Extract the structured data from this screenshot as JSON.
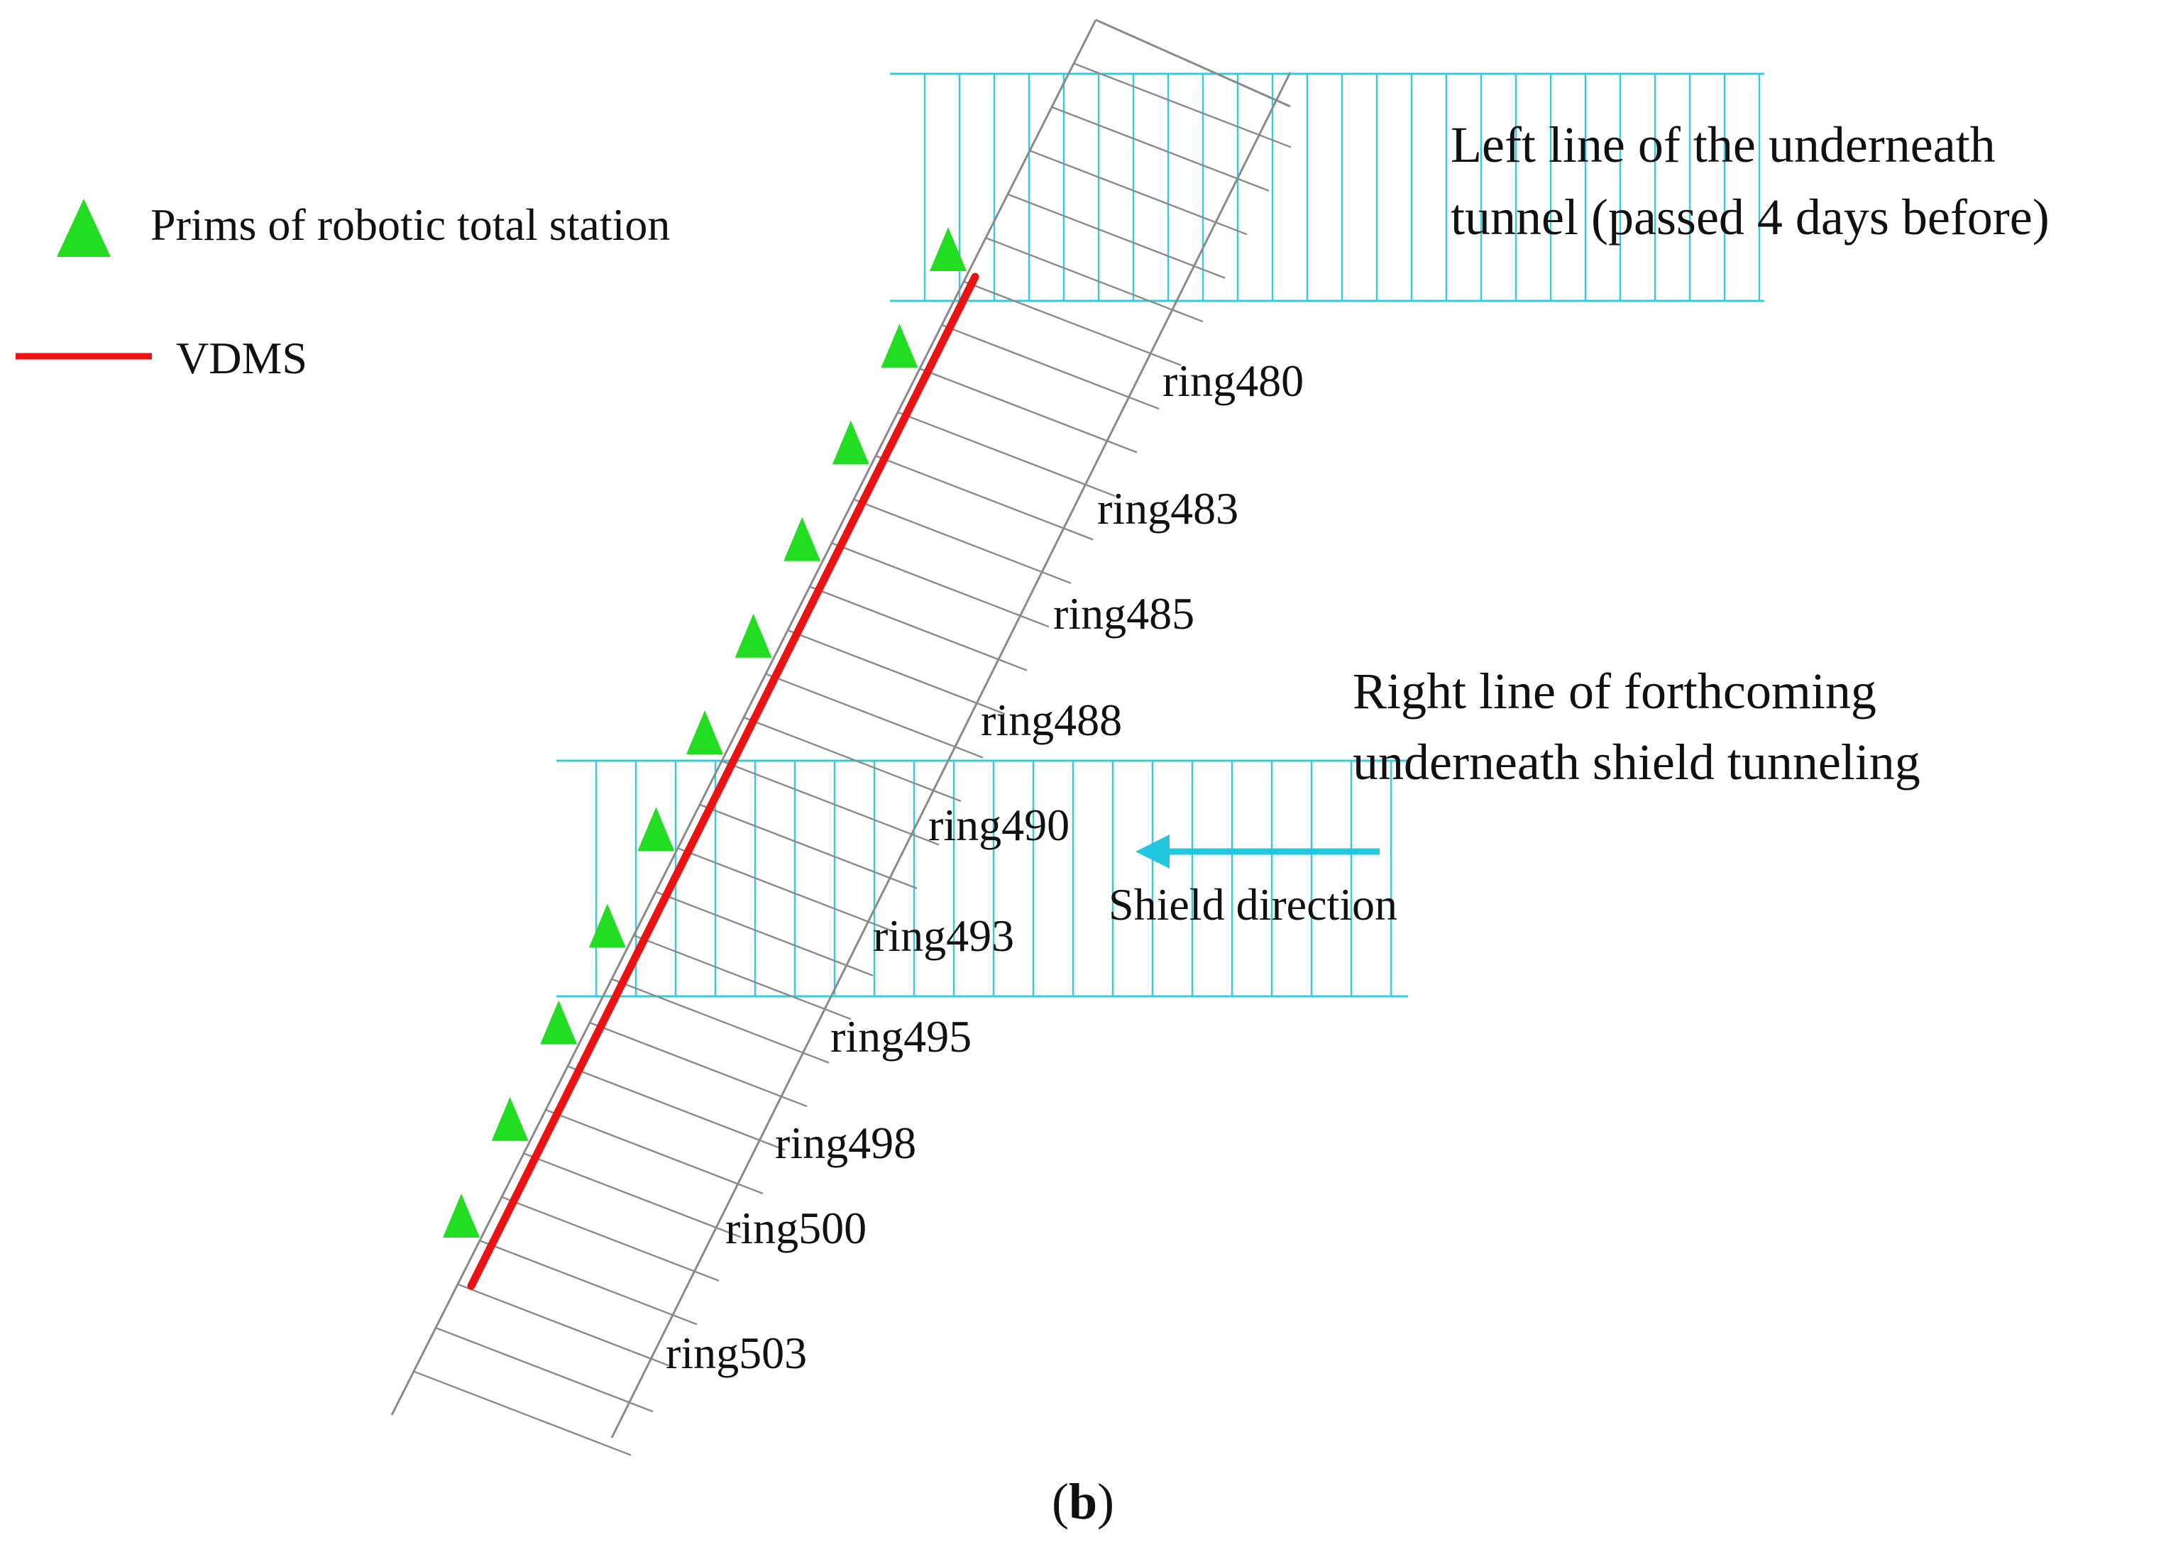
{
  "legend": {
    "prism_label": "Prims of robotic total station",
    "vdms_label": "VDMS"
  },
  "labels": {
    "left_tunnel_line1": "Left line of the underneath",
    "left_tunnel_line2": "tunnel (passed 4 days before)",
    "right_tunnel_line1": "Right line of forthcoming",
    "right_tunnel_line2": "underneath shield tunneling",
    "shield_direction": "Shield direction"
  },
  "rings": [
    "ring480",
    "ring483",
    "ring485",
    "ring488",
    "ring490",
    "ring493",
    "ring495",
    "ring498",
    "ring500",
    "ring503"
  ],
  "caption": {
    "open": "(",
    "letter": "b",
    "close": ")"
  },
  "prism_count": 11,
  "colors": {
    "prism": "#22dd22",
    "vdms": "#ee1111",
    "underneath_tunnel": "#33ccdd",
    "main_tunnel": "#8a8a8a",
    "shield_arrow": "#22c8e0"
  },
  "icons": {
    "prism": "green-triangle-icon",
    "vdms": "red-line-icon",
    "shield_direction": "arrow-left-icon"
  }
}
